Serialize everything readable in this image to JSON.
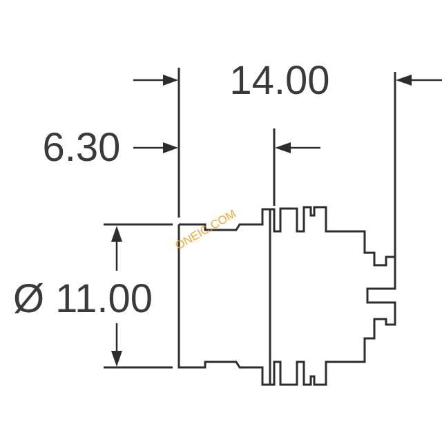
{
  "dimensions": {
    "overall_length": "14.00",
    "front_length": "6.30",
    "diameter": "Ø 11.00"
  },
  "watermark": "ONEIC.COM",
  "colors": {
    "line": "#2d2d2f",
    "text": "#3a3a3c",
    "watermark": "#f0a020"
  }
}
